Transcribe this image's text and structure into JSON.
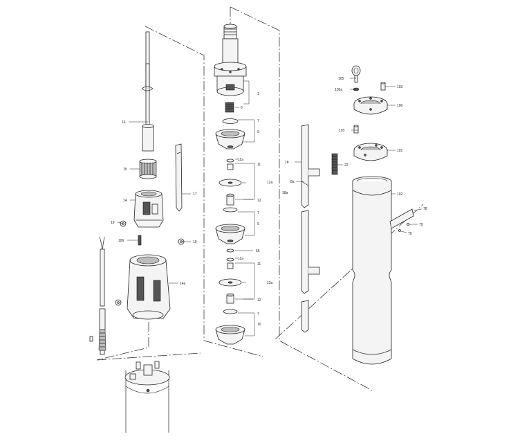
{
  "callouts": {
    "c1": "1",
    "c6": "6",
    "c7a": "7",
    "c9a": "9",
    "c11a": "11",
    "c11aa": "11a",
    "c12aa": "12a",
    "c12a": "12",
    "c7b": "7",
    "c9b": "9",
    "c55": "55",
    "c11b": "11",
    "c11ab": "11a",
    "c12ab": "12a",
    "c12b": "12",
    "c7c": "7",
    "c10": "10",
    "c16": "16",
    "c15": "15",
    "c14": "14",
    "c17": "17",
    "c19a": "19",
    "c106": "106",
    "c19b": "19",
    "c14a": "14a",
    "c105": "105",
    "c105a": "105a",
    "c103a": "103",
    "c100": "100",
    "c103b": "103",
    "c101": "101",
    "c102": "102",
    "c78": "78",
    "c79a": "79",
    "c79b": "79",
    "c18": "18",
    "c22": "22",
    "c18a": "18a",
    "c8a": "8a"
  },
  "colors": {
    "line": "#222222",
    "shade": "#555555",
    "fill": "#f4f4f4"
  }
}
